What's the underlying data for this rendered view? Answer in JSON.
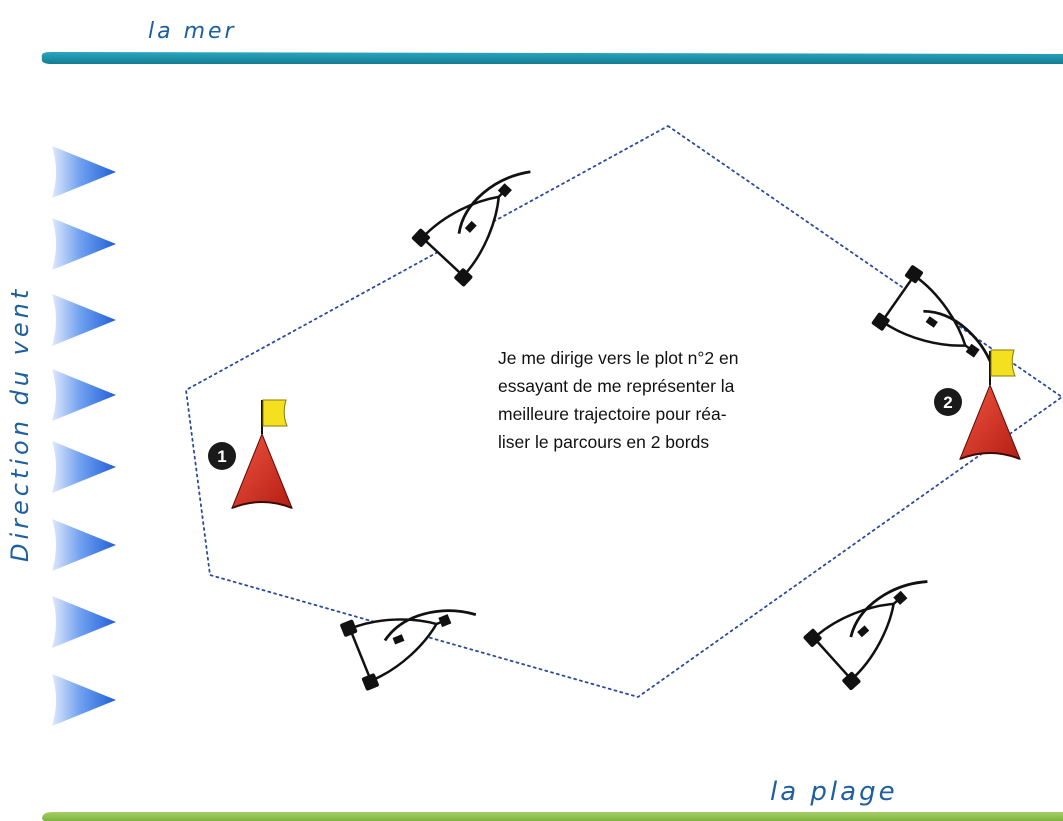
{
  "sea_label": "la mer",
  "beach_label": "la plage",
  "wind_label": "Direction du vent",
  "instruction_lines": [
    "Je me dirige vers le plot n°2 en",
    "essayant de me représenter la",
    "meilleure trajectoire pour réa-",
    "liser le parcours en 2 bords"
  ],
  "mark_1": {
    "number": "1",
    "flag_color": "#f5e020",
    "buoy_color": "#d42a1e"
  },
  "mark_2": {
    "number": "2",
    "flag_color": "#f5e020",
    "buoy_color": "#d42a1e"
  },
  "colors": {
    "sea_line": "#1b8fa8",
    "beach_line": "#8dc04e",
    "wind_arrow": "#2e6fe0",
    "course_line": "#2a4a9c",
    "hand_text": "#1d5fa0"
  },
  "icons": {
    "wind": "wind-arrow-icon",
    "mark": "buoy-flag-icon",
    "boat": "sailboat-icon"
  }
}
